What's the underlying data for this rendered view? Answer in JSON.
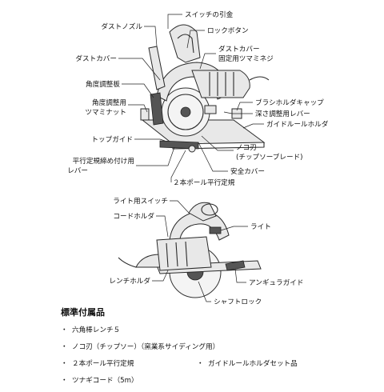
{
  "top_labels": {
    "switch_trigger": "スイッチの引金",
    "dust_nozzle": "ダストノズル",
    "lock_button": "ロックボタン",
    "dust_cover_left": "ダストカバー",
    "dust_cover_knob_1": "ダストカバー",
    "dust_cover_knob_2": "固定用ツマミネジ",
    "angle_plate": "角度調整板",
    "angle_knob_1": "角度調整用",
    "angle_knob_2": "ツマミナット",
    "brush_cap": "ブラシホルダキャップ",
    "depth_lever": "深さ調整用レバー",
    "guide_holder": "ガイドルールホルダ",
    "top_guide": "トップガイド",
    "saw_blade_1": "ノコ刃",
    "saw_blade_2": "(チップソーブレード)",
    "parallel_lever_1": "平行定規締め付け用",
    "parallel_lever_2": "レバー",
    "safety_cover": "安全カバー",
    "two_pole_guide": "２本ポール平行定規"
  },
  "bottom_labels": {
    "light_switch": "ライト用スイッチ",
    "cord_holder": "コードホルダ",
    "light": "ライト",
    "wrench_holder": "レンチホルダ",
    "angular_guide": "アンギュラガイド",
    "shaft_lock": "シャフトロック"
  },
  "accessories": {
    "title": "標準付属品",
    "bullet": "・",
    "items": [
      "六角棒レンチ５",
      "ノコ刃（チップソー）（窯業系サイディング用）",
      "２本ポール平行定規",
      "ガイドルールホルダセット品",
      "ツナギコード（5m）"
    ]
  }
}
